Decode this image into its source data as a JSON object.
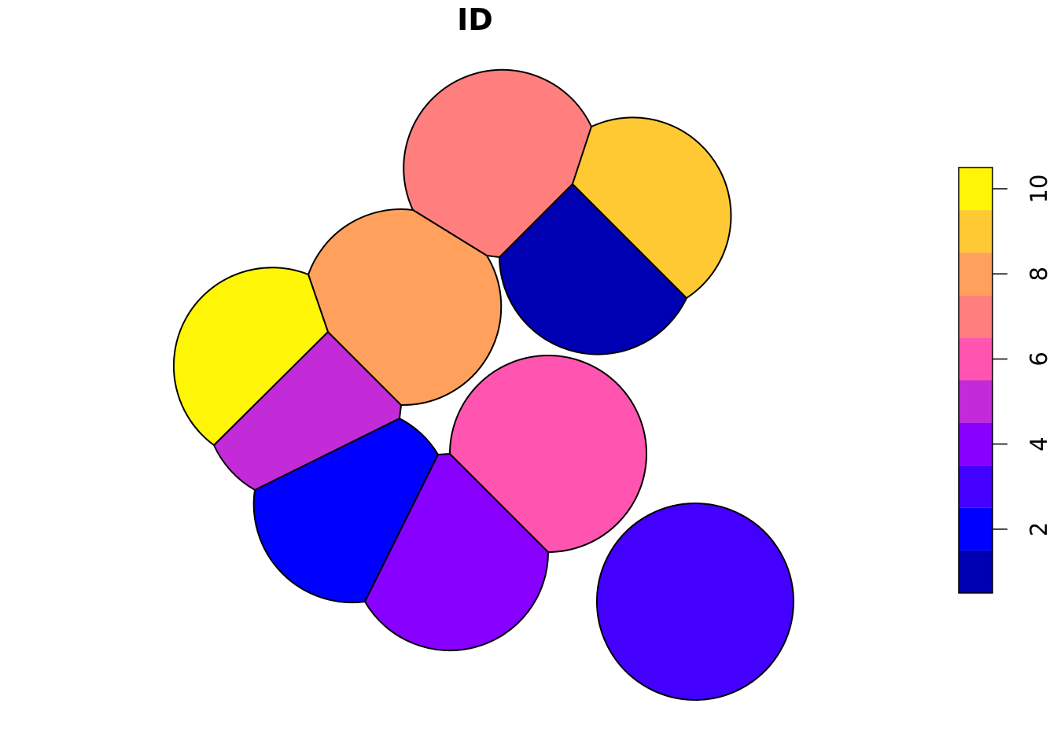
{
  "chart_data": {
    "type": "map",
    "title": "ID",
    "variable": "ID",
    "features": [
      {
        "id": 1,
        "color": "#0000B3"
      },
      {
        "id": 2,
        "color": "#0000FF"
      },
      {
        "id": 3,
        "color": "#4400FF"
      },
      {
        "id": 4,
        "color": "#8800FF"
      },
      {
        "id": 5,
        "color": "#C32AD8"
      },
      {
        "id": 6,
        "color": "#FF55B1"
      },
      {
        "id": 7,
        "color": "#FF7F7F"
      },
      {
        "id": 8,
        "color": "#FFA15D"
      },
      {
        "id": 9,
        "color": "#FFC934"
      },
      {
        "id": 10,
        "color": "#FFF506"
      }
    ],
    "legend": {
      "position": "right",
      "range": [
        0.5,
        10.5
      ],
      "ticks": [
        "2",
        "4",
        "6",
        "8",
        "10"
      ],
      "tick_values": [
        2,
        4,
        6,
        8,
        10
      ],
      "bins": [
        {
          "from": 0.5,
          "to": 1.5,
          "color": "#0000B3"
        },
        {
          "from": 1.5,
          "to": 2.5,
          "color": "#0000FF"
        },
        {
          "from": 2.5,
          "to": 3.5,
          "color": "#4400FF"
        },
        {
          "from": 3.5,
          "to": 4.5,
          "color": "#8800FF"
        },
        {
          "from": 4.5,
          "to": 5.5,
          "color": "#C32AD8"
        },
        {
          "from": 5.5,
          "to": 6.5,
          "color": "#FF55B1"
        },
        {
          "from": 6.5,
          "to": 7.5,
          "color": "#FF7F7F"
        },
        {
          "from": 7.5,
          "to": 8.5,
          "color": "#FFA15D"
        },
        {
          "from": 8.5,
          "to": 9.5,
          "color": "#FFC934"
        },
        {
          "from": 9.5,
          "to": 10.5,
          "color": "#FFF506"
        }
      ]
    },
    "grid": false
  }
}
